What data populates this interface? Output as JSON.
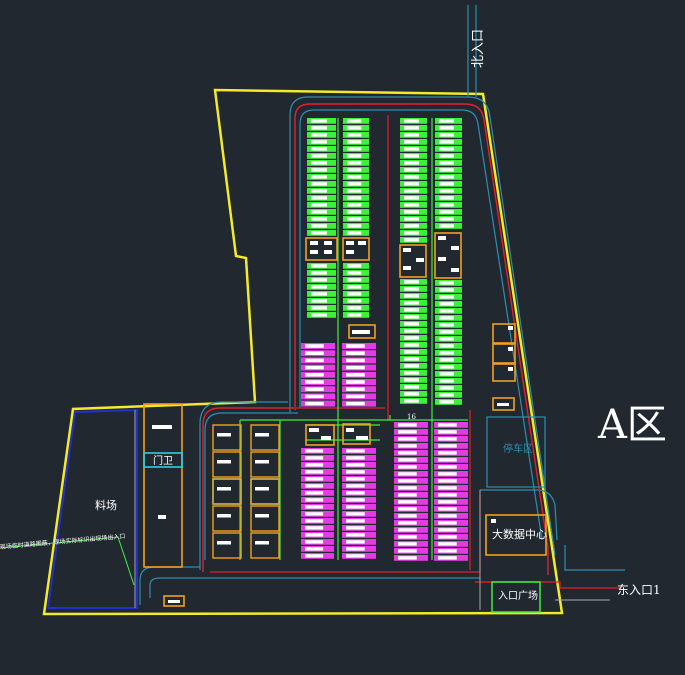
{
  "labels": {
    "north_entrance": "北入口",
    "zone": "A区",
    "material_yard": "料场",
    "gate_house": "门卫",
    "parking": "停车区",
    "data_center": "大数据中心",
    "entrance_plaza": "入口广场",
    "east_entrance": "东入口1",
    "note": "现场临时道路围蔽，现场实际标识出现场出入口",
    "row_number": "16"
  },
  "colors": {
    "background": "#212830",
    "boundary": "#f2ea2a",
    "red_road": "#e0202e",
    "cyan_road": "#2a8fb0",
    "green_block": "#3cf03c",
    "magenta_block": "#e23ce2",
    "orange_frame": "#f0a020",
    "white": "#ffffff",
    "blue_line": "#2030d0",
    "gray_line": "#a8a8a8"
  }
}
